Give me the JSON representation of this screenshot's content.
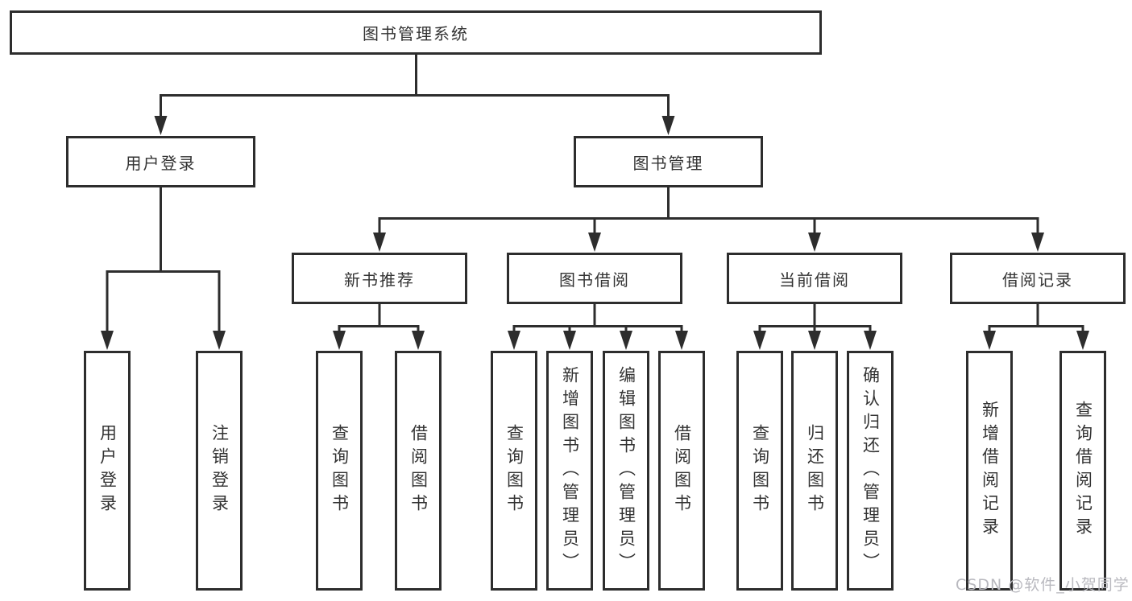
{
  "nodes": {
    "root": "图书管理系统",
    "user_login": "用户登录",
    "book_management": "图书管理",
    "new_book_recommend": "新书推荐",
    "book_borrowing": "图书借阅",
    "current_borrowing": "当前借阅",
    "borrowing_records": "借阅记录"
  },
  "leaves": {
    "user_login": [
      "用户登录",
      "注销登录"
    ],
    "new_book_recommend": [
      "查询图书",
      "借阅图书"
    ],
    "book_borrowing": [
      "查询图书",
      "新增图书（管理员）",
      "编辑图书（管理员）",
      "借阅图书"
    ],
    "current_borrowing": [
      "查询图书",
      "归还图书",
      "确认归还（管理员）"
    ],
    "borrowing_records": [
      "新增借阅记录",
      "查询借阅记录"
    ]
  },
  "watermark": "CSDN @软件_小贺同学",
  "colors": {
    "line": "#2d2d2d",
    "text": "#333333",
    "box_background": "#ffffff",
    "page_background": "#ffffff",
    "watermark": "#b9b9bf"
  }
}
